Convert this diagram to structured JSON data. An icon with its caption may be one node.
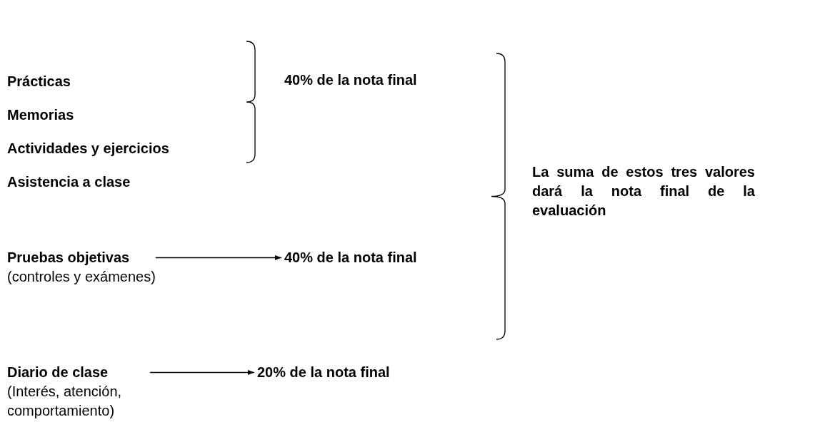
{
  "diagram": {
    "nodes": [
      {
        "text": [
          "Pruebas objetivas",
          "(controles y exámenes)"
        ]
      },
      {
        "text": [
          "40% de la nota final"
        ]
      },
      {
        "text": [
          "Diario de clase",
          "(Interés, atención, comportamiento)"
        ]
      },
      {
        "text": [
          "20% de la nota final"
        ]
      }
    ],
    "edges": [
      {
        "from": 0,
        "to": 1,
        "arrow": "to"
      },
      {
        "from": 2,
        "to": 3,
        "arrow": "to"
      }
    ],
    "labels": [
      "Prácticas",
      "Memorias",
      "Actividades y ejercicios",
      "Asistencia a clase",
      "40% de la nota final",
      "La suma de estos tres valores dará la nota final de la evaluación"
    ]
  }
}
